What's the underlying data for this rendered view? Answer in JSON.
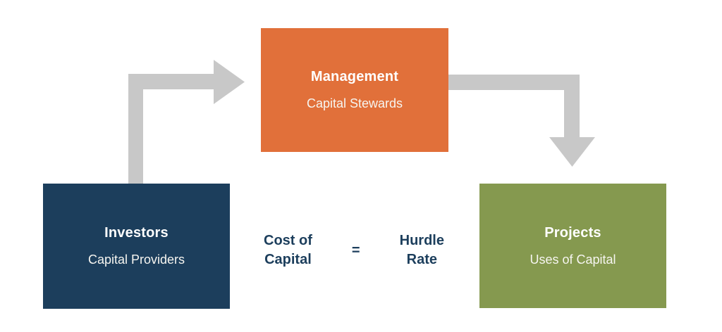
{
  "diagram": {
    "nodes": [
      {
        "id": "management",
        "title": "Management",
        "subtitle": "Capital Stewards",
        "color": "#E1703A"
      },
      {
        "id": "investors",
        "title": "Investors",
        "subtitle": "Capital Providers",
        "color": "#1C3E5C"
      },
      {
        "id": "projects",
        "title": "Projects",
        "subtitle": "Uses of Capital",
        "color": "#85994F"
      }
    ],
    "arrows": [
      {
        "name": "investors-to-management",
        "from": "investors",
        "to": "management"
      },
      {
        "name": "management-to-projects",
        "from": "management",
        "to": "projects"
      }
    ],
    "equation": {
      "left_line1": "Cost of",
      "left_line2": "Capital",
      "equals": "=",
      "right_line1": "Hurdle",
      "right_line2": "Rate"
    },
    "colors": {
      "arrow": "#C8C8C8",
      "node_text": "#FFFFFF",
      "equation_text": "#1C3E5C",
      "background": "#FFFFFF"
    }
  }
}
